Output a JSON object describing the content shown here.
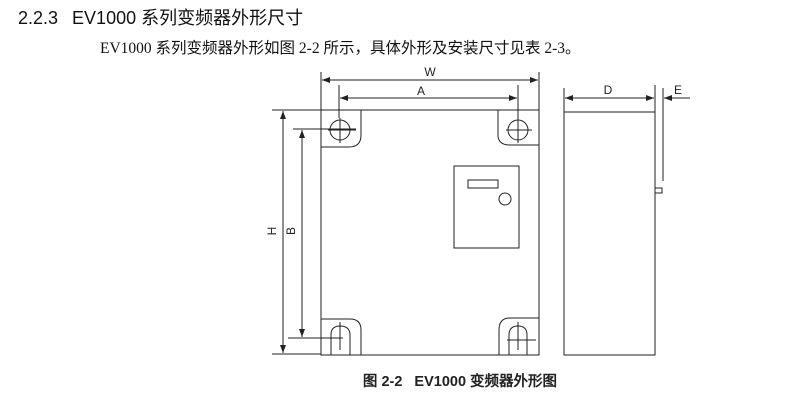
{
  "heading": {
    "number": "2.2.3",
    "title": "EV1000 系列变频器外形尺寸"
  },
  "paragraph": "EV1000 系列变频器外形如图 2-2 所示，具体外形及安装尺寸见表 2-3。",
  "figure": {
    "labels": {
      "W": "W",
      "A": "A",
      "H": "H",
      "B": "B",
      "D": "D",
      "E": "E"
    },
    "caption_number": "图 2-2",
    "caption_title": "EV1000 变频器外形图"
  }
}
